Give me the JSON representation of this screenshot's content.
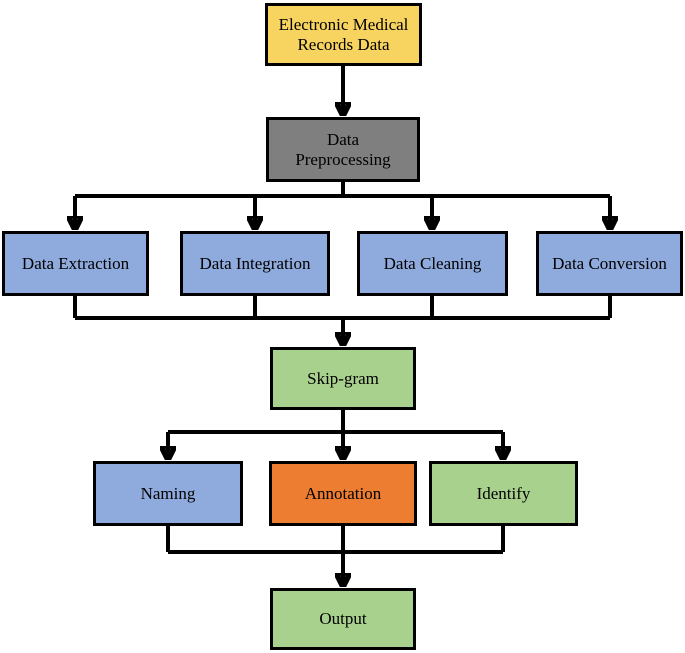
{
  "figure": {
    "type": "flowchart",
    "background": "#ffffff",
    "line_color": "#000000",
    "nodes": {
      "emr": {
        "label": "Electronic Medical Records Data",
        "fill": "#F7D35F"
      },
      "preprocessing": {
        "label": "Data Preprocessing",
        "fill": "#7F7F7F"
      },
      "extraction": {
        "label": "Data Extraction",
        "fill": "#8FAADC"
      },
      "integration": {
        "label": "Data Integration",
        "fill": "#8FAADC"
      },
      "cleaning": {
        "label": "Data Cleaning",
        "fill": "#8FAADC"
      },
      "conversion": {
        "label": "Data Conversion",
        "fill": "#8FAADC"
      },
      "skipgram": {
        "label": "Skip-gram",
        "fill": "#A9D18E"
      },
      "naming": {
        "label": "Naming",
        "fill": "#8FAADC"
      },
      "annotation": {
        "label": "Annotation",
        "fill": "#ED7D31"
      },
      "identify": {
        "label": "Identify",
        "fill": "#A9D18E"
      },
      "output": {
        "label": "Output",
        "fill": "#A9D18E"
      }
    },
    "edges": [
      {
        "from": "emr",
        "to": "preprocessing"
      },
      {
        "from": "preprocessing",
        "to": "extraction"
      },
      {
        "from": "preprocessing",
        "to": "integration"
      },
      {
        "from": "preprocessing",
        "to": "cleaning"
      },
      {
        "from": "preprocessing",
        "to": "conversion"
      },
      {
        "from": "extraction",
        "to": "skipgram"
      },
      {
        "from": "integration",
        "to": "skipgram"
      },
      {
        "from": "cleaning",
        "to": "skipgram"
      },
      {
        "from": "conversion",
        "to": "skipgram"
      },
      {
        "from": "skipgram",
        "to": "naming"
      },
      {
        "from": "skipgram",
        "to": "annotation"
      },
      {
        "from": "skipgram",
        "to": "identify"
      },
      {
        "from": "naming",
        "to": "output"
      },
      {
        "from": "annotation",
        "to": "output"
      },
      {
        "from": "identify",
        "to": "output"
      }
    ]
  }
}
